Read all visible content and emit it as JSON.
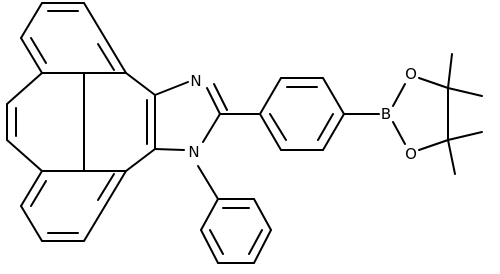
{
  "diagram": {
    "atom_labels": {
      "imidazole_n_top": "N",
      "imidazole_n_phenyl": "N",
      "boron": "B",
      "oxygen_top": "O",
      "oxygen_bottom": "O"
    }
  }
}
